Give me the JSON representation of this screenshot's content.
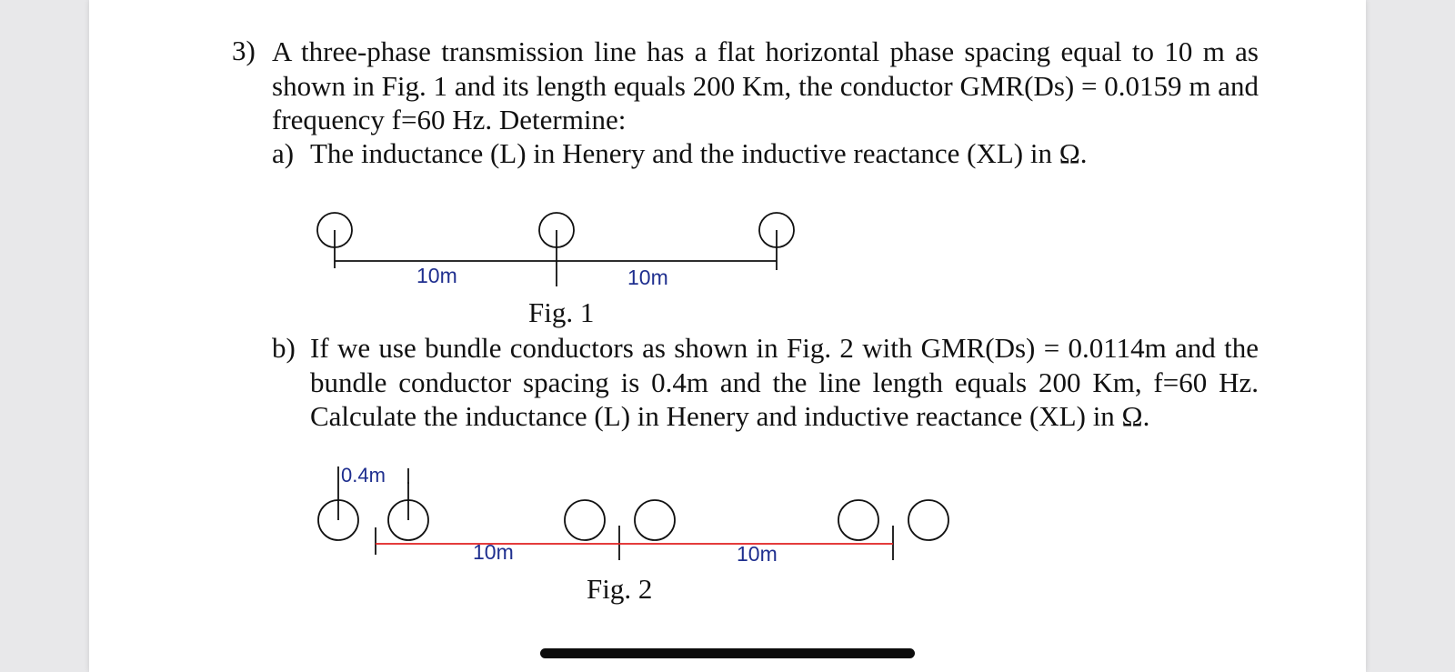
{
  "question": {
    "number": "3)",
    "text": "A three-phase transmission line has a flat horizontal phase spacing equal to 10 m as shown in Fig. 1 and its length equals 200 Km, the conductor GMR(Ds) = 0.0159 m and frequency f=60 Hz. Determine:",
    "part_a": {
      "label": "a)",
      "text": "The inductance (L) in Henery and the inductive reactance (XL) in Ω."
    },
    "part_b": {
      "label": "b)",
      "text": "If we use bundle conductors as shown in Fig. 2 with GMR(Ds) = 0.0114m and the bundle conductor spacing is 0.4m and the line length equals 200 Km, f=60 Hz. Calculate the inductance (L) in Henery and inductive reactance (XL) in Ω."
    }
  },
  "figure1": {
    "caption": "Fig. 1",
    "spacing_left": "10m",
    "spacing_right": "10m"
  },
  "figure2": {
    "caption": "Fig. 2",
    "bundle_spacing": "0.4m",
    "spacing_left": "10m",
    "spacing_right": "10m"
  },
  "colors": {
    "dimension_line": "#e02020",
    "label_text": "#1f2f8f",
    "ink": "#111111"
  }
}
